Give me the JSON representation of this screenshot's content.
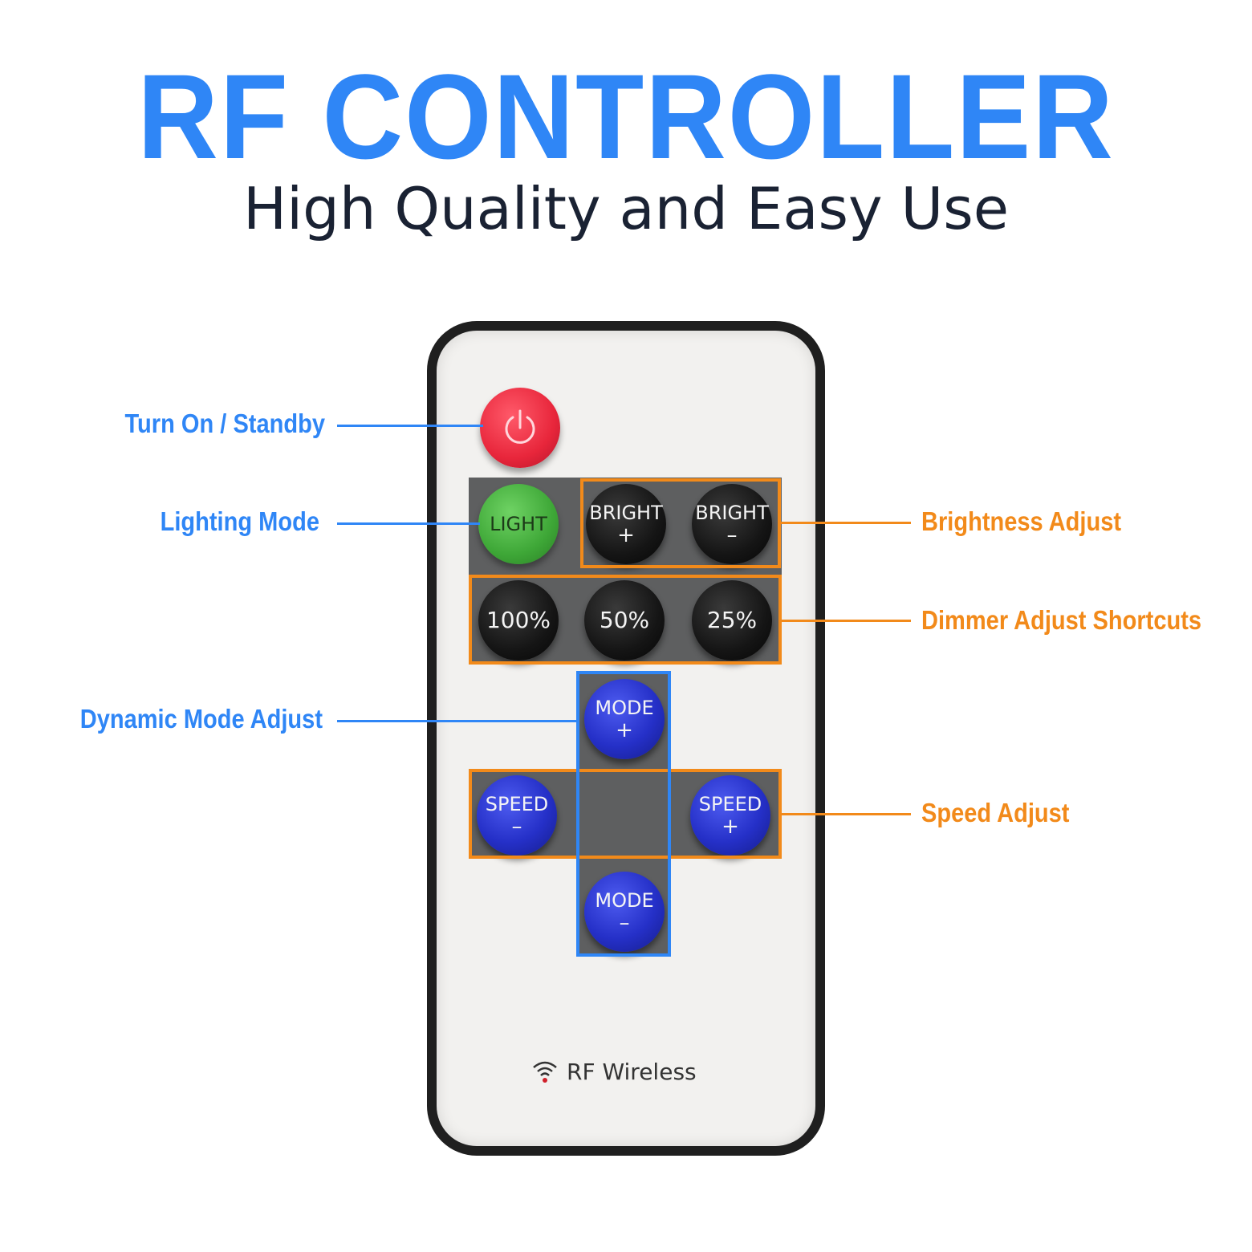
{
  "header": {
    "title": "RF CONTROLLER",
    "subtitle": "High Quality and Easy Use"
  },
  "callouts": {
    "turn_on_standby": "Turn On / Standby",
    "lighting_mode": "Lighting Mode",
    "dynamic_mode_adjust": "Dynamic Mode Adjust",
    "brightness_adjust": "Brightness Adjust",
    "dimmer_adjust_shortcuts": "Dimmer Adjust Shortcuts",
    "speed_adjust": "Speed Adjust"
  },
  "remote": {
    "power_icon": "power-icon",
    "light": "LIGHT",
    "bright_plus": {
      "top": "BRIGHT",
      "bottom": "+"
    },
    "bright_minus": {
      "top": "BRIGHT",
      "bottom": "–"
    },
    "dim_100": "100%",
    "dim_50": "50%",
    "dim_25": "25%",
    "mode_plus": {
      "top": "MODE",
      "bottom": "+"
    },
    "mode_minus": {
      "top": "MODE",
      "bottom": "–"
    },
    "speed_minus": {
      "top": "SPEED",
      "bottom": "–"
    },
    "speed_plus": {
      "top": "SPEED",
      "bottom": "+"
    },
    "footer_icon": "wifi-icon",
    "footer_label": "RF Wireless"
  },
  "colors": {
    "title_blue": "#2f86f6",
    "callout_blue": "#2f86f6",
    "callout_orange": "#f28a1a",
    "power_red": "#e8263b",
    "light_green": "#3ea737",
    "mode_speed_blue": "#2530c8"
  }
}
